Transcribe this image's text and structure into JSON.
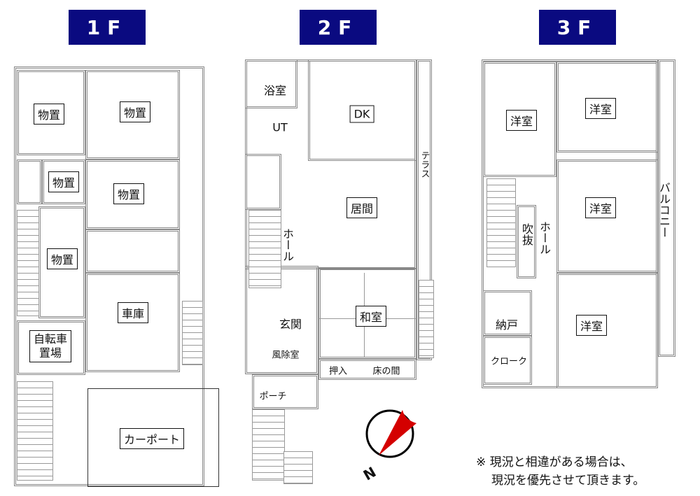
{
  "floors": [
    {
      "title": "1F",
      "rooms": [
        "物置",
        "物置",
        "物置",
        "物置",
        "物置",
        "車庫",
        "自転車\n置場",
        "カーポート"
      ]
    },
    {
      "title": "2F",
      "rooms": [
        "浴室",
        "UT",
        "DK",
        "居間",
        "ホール",
        "和室",
        "玄関",
        "風除室",
        "押入",
        "床の間",
        "ポーチ",
        "テラス"
      ]
    },
    {
      "title": "3F",
      "rooms": [
        "洋室",
        "洋室",
        "洋室",
        "洋室",
        "吹抜",
        "ホール",
        "納戸",
        "クローク",
        "バルコニー"
      ]
    }
  ],
  "compass": {
    "label": "N",
    "needle_color": "#d40000"
  },
  "note": {
    "line1": "※ 現況と相違がある場合は、",
    "line2": "現況を優先させて頂きます。"
  },
  "colors": {
    "header_bg": "#0a0a80",
    "header_text": "#ffffff"
  }
}
